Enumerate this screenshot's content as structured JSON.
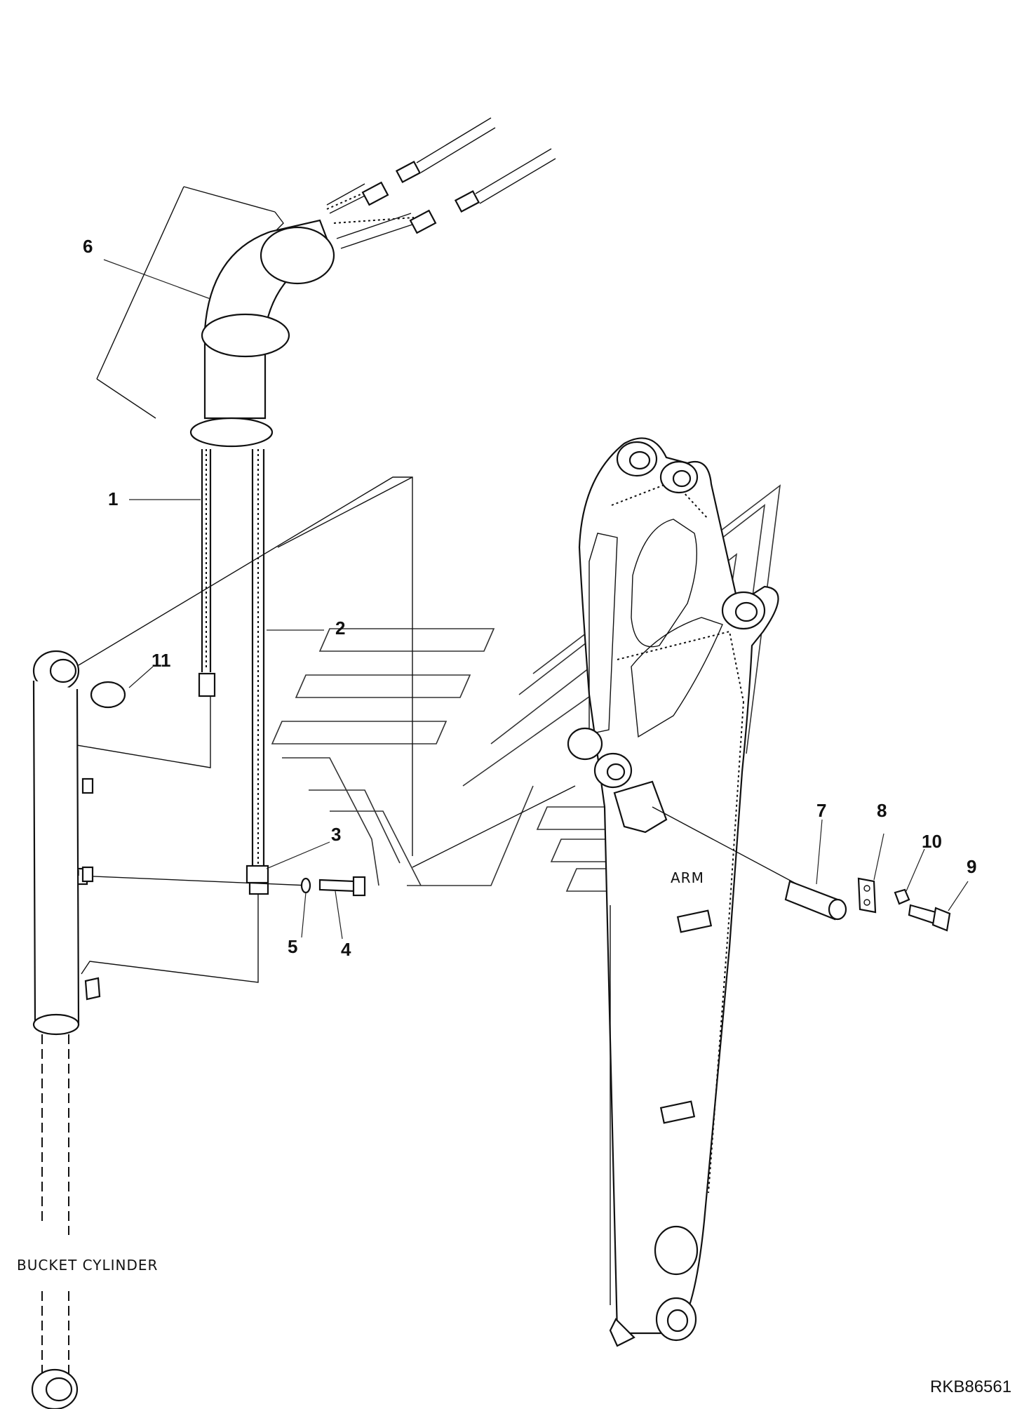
{
  "drawing_ref": "RKB86561",
  "labels": {
    "arm": "ARM",
    "bucket_cylinder": "BUCKET CYLINDER"
  },
  "callouts": [
    "1",
    "2",
    "3",
    "4",
    "5",
    "6",
    "7",
    "8",
    "9",
    "10",
    "11"
  ],
  "colors": {
    "line": "#111111",
    "background": "#ffffff"
  }
}
